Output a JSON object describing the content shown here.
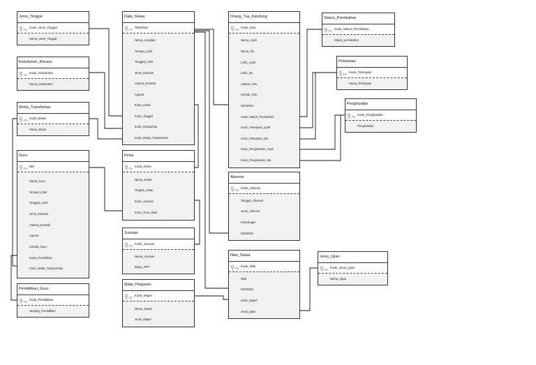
{
  "key_icon": "key-icon",
  "pk_tag": "PK",
  "tables": [
    {
      "id": "jenis_tinggal",
      "name": "Jenis_Tinggal",
      "pk": "Kode_Jenis_Tinggal",
      "fields": [
        "Nama_Jenis_Tinggal"
      ]
    },
    {
      "id": "kebutuhan_khusus",
      "name": "Kebutuhan_Khusus",
      "pk": "Kode_Kebutuhan",
      "fields": [
        "Nama_Kebutuhan"
      ]
    },
    {
      "id": "moda_transfortasi",
      "name": "Moda_Transfortasi",
      "pk": "Kode_Moda",
      "fields": [
        "Nama_Moda"
      ]
    },
    {
      "id": "guru",
      "name": "Guru",
      "pk": "NIK",
      "fields": [
        "Nama_Guru",
        "Tempat_Lahir",
        "Tanggal_Lahir",
        "Jenis_Kelamin",
        "Alamat_Domisili",
        "Agama",
        "Kontak_Guru",
        "Kode_Pendidikan",
        "Kode_Moda_Transportasi"
      ]
    },
    {
      "id": "pendidikan_guru",
      "name": "Pendidikan_Guru",
      "pk": "Kode_Pendidikan",
      "fields": [
        "Jenjang_Pendidikan"
      ]
    },
    {
      "id": "data_siswa",
      "name": "Data_Siswa",
      "pk": "NISN/NIS",
      "fields": [
        "Nama_Lengkap",
        "Tempat_Lahir",
        "Tanggal_Lahir",
        "Jenis_Kelamin",
        "Alamat_Domisili",
        "Agama",
        "Kode_Kelas",
        "Kode_Tinggal",
        "Kode_Kebutuhan",
        "Kode_Moda_Transportasi"
      ]
    },
    {
      "id": "kelas",
      "name": "Kelas",
      "pk": "Kode_Kelas",
      "fields": [
        "Nama_Kelas",
        "Tingkat_Kelas",
        "Kode_Jurusan",
        "Kode_Guru_Wali"
      ]
    },
    {
      "id": "jurusan",
      "name": "Jurusan",
      "pk": "Kode_Jurusan",
      "fields": [
        "Nama_Jurusan",
        "Biaya_SPP"
      ]
    },
    {
      "id": "mata_pelajaran",
      "name": "Mata_Pelajaran",
      "pk": "Kode_Mapel",
      "fields": [
        "Nama_Mapel",
        "Jenis_Mapel"
      ]
    },
    {
      "id": "orang_tua_kandung",
      "name": "Orang_Tua_Kandung",
      "pk": "Kode_Ortu",
      "fields": [
        "Nama_Ayah",
        "Nama_Ibu",
        "Lahir_Ayah",
        "Lahir_Ibu",
        "Alamat_Ortu",
        "Kontak_Ortu",
        "NISN/NIS",
        "Kode_Status_Pernikahan",
        "Kode_Pekerjaan_ayah",
        "Kode_Pekerjaan_Ibu",
        "Kode_Penghasilan_Ayah",
        "Kode_Penghasilan_Ibu"
      ]
    },
    {
      "id": "absensi",
      "name": "Absensi",
      "pk": "Kode_Absensi",
      "fields": [
        "Tanggal_Absensi",
        "Jenis_Absensi",
        "Keterangan",
        "NISN/NIS"
      ]
    },
    {
      "id": "nilai_siswa",
      "name": "Nilai_Siswa",
      "pk": "Kode_Nilai",
      "fields": [
        "Nilai",
        "NISN/NIS",
        "Kode_Mapel",
        "Jenis_Ujian"
      ]
    },
    {
      "id": "status_pernikahan",
      "name": "Status_Pernikahan",
      "pk": "Kode_Status_Pernikahan",
      "fields": [
        "Status_pernikahan"
      ]
    },
    {
      "id": "pekerjaan",
      "name": "Pekerjaan",
      "pk": "Kode_Pekerjaan",
      "fields": [
        "Nama_Pekerjaan"
      ]
    },
    {
      "id": "penghasilan",
      "name": "Penghasilan",
      "pk": "Kode_Penghasilan",
      "fields": [
        "Penghasilan"
      ]
    },
    {
      "id": "jenis_ujian",
      "name": "Jenis_Ujian",
      "pk": "Kode_Jenis_Ujian",
      "fields": [
        "Nama_Ujian"
      ]
    }
  ]
}
